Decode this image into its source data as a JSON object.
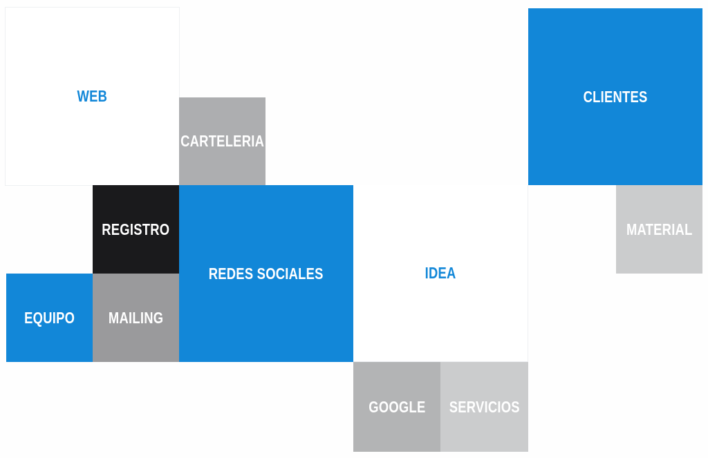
{
  "colors": {
    "blue": "#1287d8",
    "black": "#1a1a1c",
    "gray_dark": "#9a9a9c",
    "gray_mid": "#adaeb0",
    "gray_light": "#cbcccd",
    "white": "#ffffff"
  },
  "tiles": {
    "web": "WEB",
    "carteleria": "CARTELERIA",
    "clientes": "CLIENTES",
    "registro": "REGISTRO",
    "redes_sociales": "REDES SOCIALES",
    "idea": "IDEA",
    "material": "MATERIAL",
    "equipo": "EQUIPO",
    "mailing": "MAILING",
    "google": "GOOGLE",
    "servicios": "SERVICIOS"
  }
}
